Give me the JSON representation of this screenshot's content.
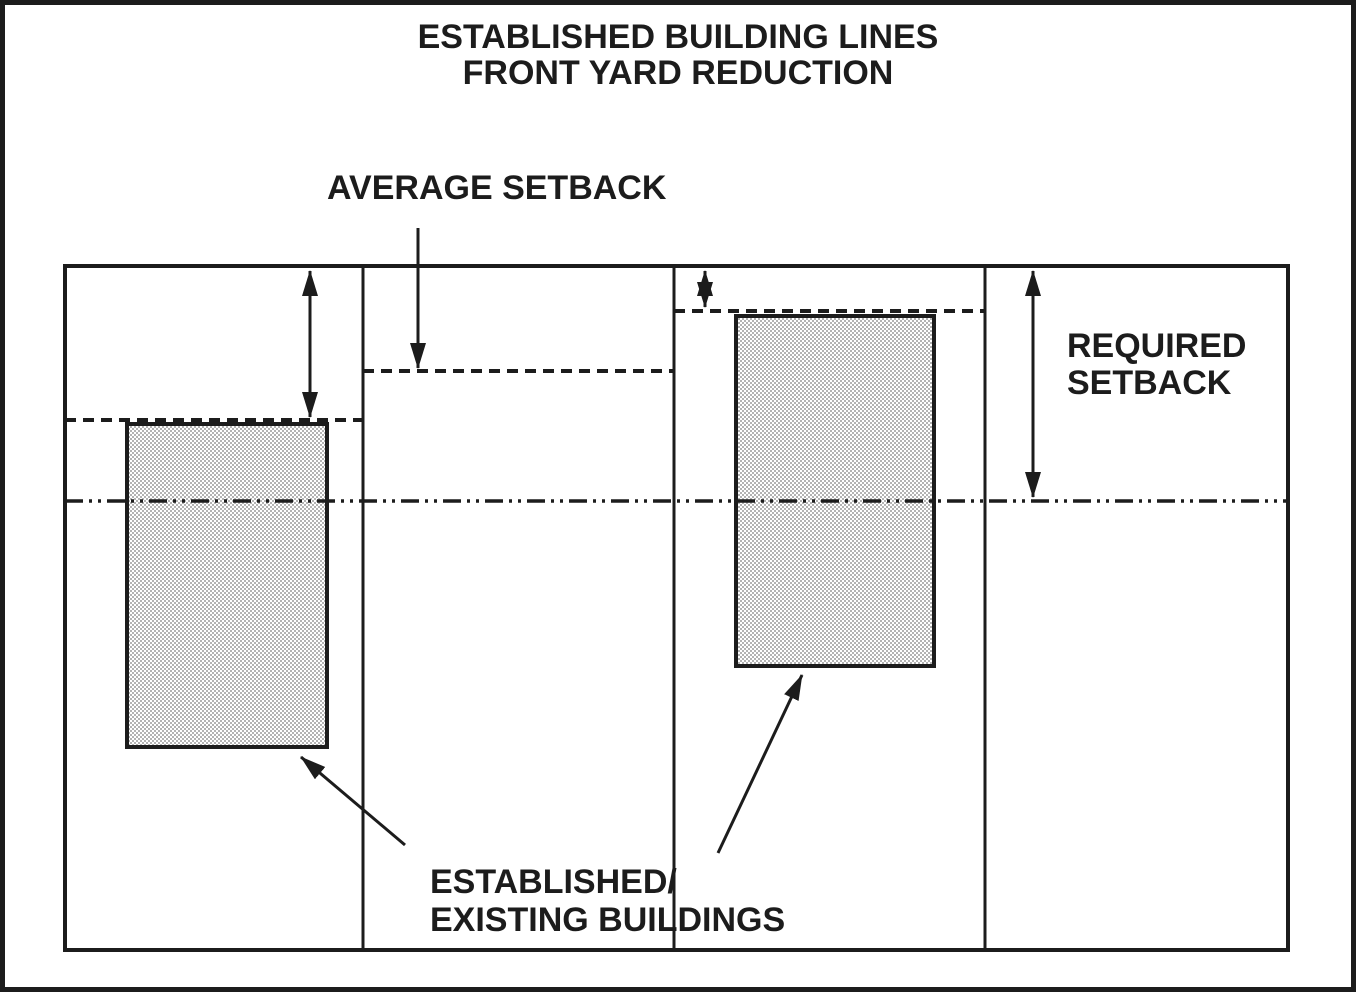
{
  "title": {
    "line1": "ESTABLISHED BUILDING LINES",
    "line2": "FRONT YARD REDUCTION"
  },
  "labels": {
    "average_setback": "AVERAGE SETBACK",
    "required_setback": {
      "line1": "REQUIRED",
      "line2": "SETBACK"
    },
    "existing_buildings": {
      "line1": "ESTABLISHED/",
      "line2": "EXISTING BUILDINGS"
    }
  },
  "diagram": {
    "lot_count": 4,
    "building_count": 2
  },
  "colors": {
    "ink": "#1c1c1c",
    "paper": "#ffffff",
    "building_fill": "#b3b3b3"
  }
}
